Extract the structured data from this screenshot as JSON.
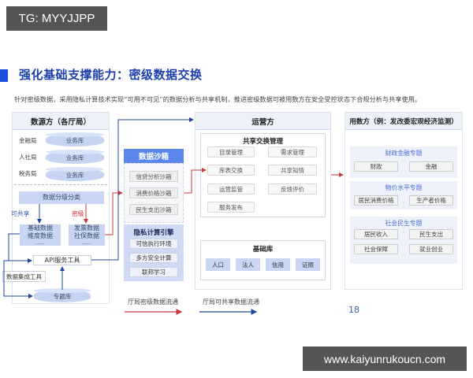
{
  "watermarks": {
    "top": "TG: MYYJJPP",
    "bottom": "www.kaiyunrukoucn.com"
  },
  "header": {
    "title": "强化基础支撑能力：密级数据交换",
    "subtitle": "针对密级数据，采用隐私计算技术实现“可用不可见”的数据分析与共享机制，推进密级数据可被用数方在安全受控状态下合规分析与共享使用。"
  },
  "data_source": {
    "title": "数源方（各厅局）",
    "orgs": [
      {
        "name": "金融局",
        "db": "业务库"
      },
      {
        "name": "人社局",
        "db": "业务库"
      },
      {
        "name": "税务局",
        "db": "业务库"
      }
    ],
    "classify": "数据分级分类",
    "shareable_tag": "可共享",
    "secret_tag": "密级",
    "shareable_block": [
      "基础数据",
      "维度数据",
      "……"
    ],
    "secret_block": [
      "发票数据",
      "社保数据",
      "……"
    ],
    "api_tool": "API服务工具",
    "integration_tool": "数据集成工具",
    "topic_db": "专题库"
  },
  "sandbox": {
    "title": "数据沙箱",
    "items": [
      "信贷分析沙箱",
      "消费价格沙箱",
      "民生支出沙箱"
    ],
    "privacy_engine": {
      "title": "隐私计算引擎",
      "items": [
        "可信执行环境",
        "多方安全计算",
        "联邦学习"
      ]
    }
  },
  "operator": {
    "title": "运营方",
    "exchange": {
      "title": "共享交换管理",
      "items": [
        "目录管理",
        "需求管理",
        "库表交换",
        "共享知情",
        "运营监管",
        "反馈评价",
        "服务发布"
      ]
    },
    "base_library": {
      "title": "基础库",
      "items": [
        "人口",
        "法人",
        "信用",
        "证照"
      ]
    }
  },
  "consumer": {
    "title": "用数方（例：发改委宏观经济监测）",
    "topics": [
      {
        "title": "财政金融专题",
        "items": [
          "财政",
          "金融"
        ]
      },
      {
        "title": "物价水平专题",
        "items": [
          "居民消费价格",
          "生产者价格"
        ]
      },
      {
        "title": "社会民生专题",
        "items": [
          "居民收入",
          "民生支出",
          "社会保障",
          "就业创业"
        ]
      }
    ]
  },
  "legend": {
    "secret_flow": "厅局密级数据流通",
    "share_flow": "厅局可共享数据流通",
    "secret_color": "#c8353f",
    "share_color": "#1f4796"
  },
  "page_number": "18",
  "colors": {
    "title_blue": "#1d3fae",
    "accent_blue": "#1a4fe0",
    "sandbox_blue": "#5b86ee",
    "block_blue": "#c9d6f3",
    "panel_head": "#edf1fa"
  }
}
